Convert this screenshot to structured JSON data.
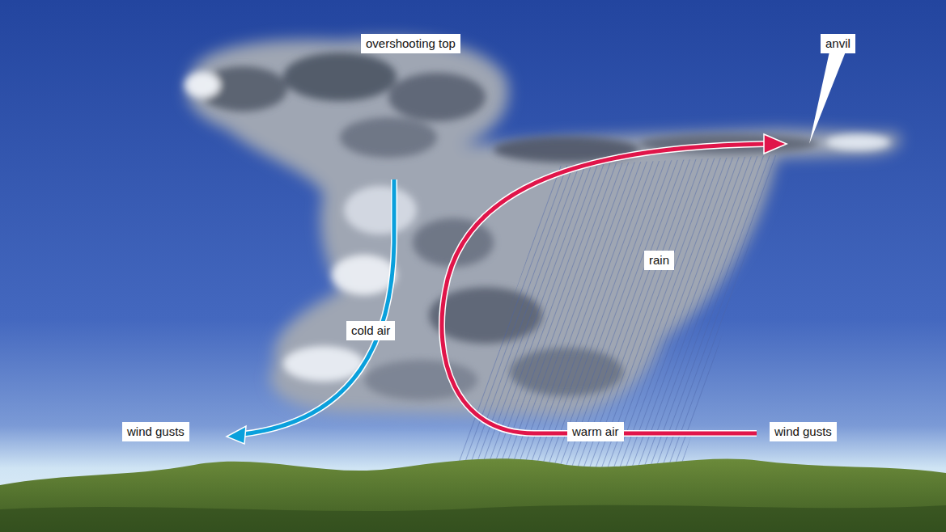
{
  "diagram": {
    "labels": [
      "overshooting top",
      "anvil",
      "rain",
      "cold air",
      "wind gusts",
      "warm air",
      "wind gusts"
    ]
  }
}
